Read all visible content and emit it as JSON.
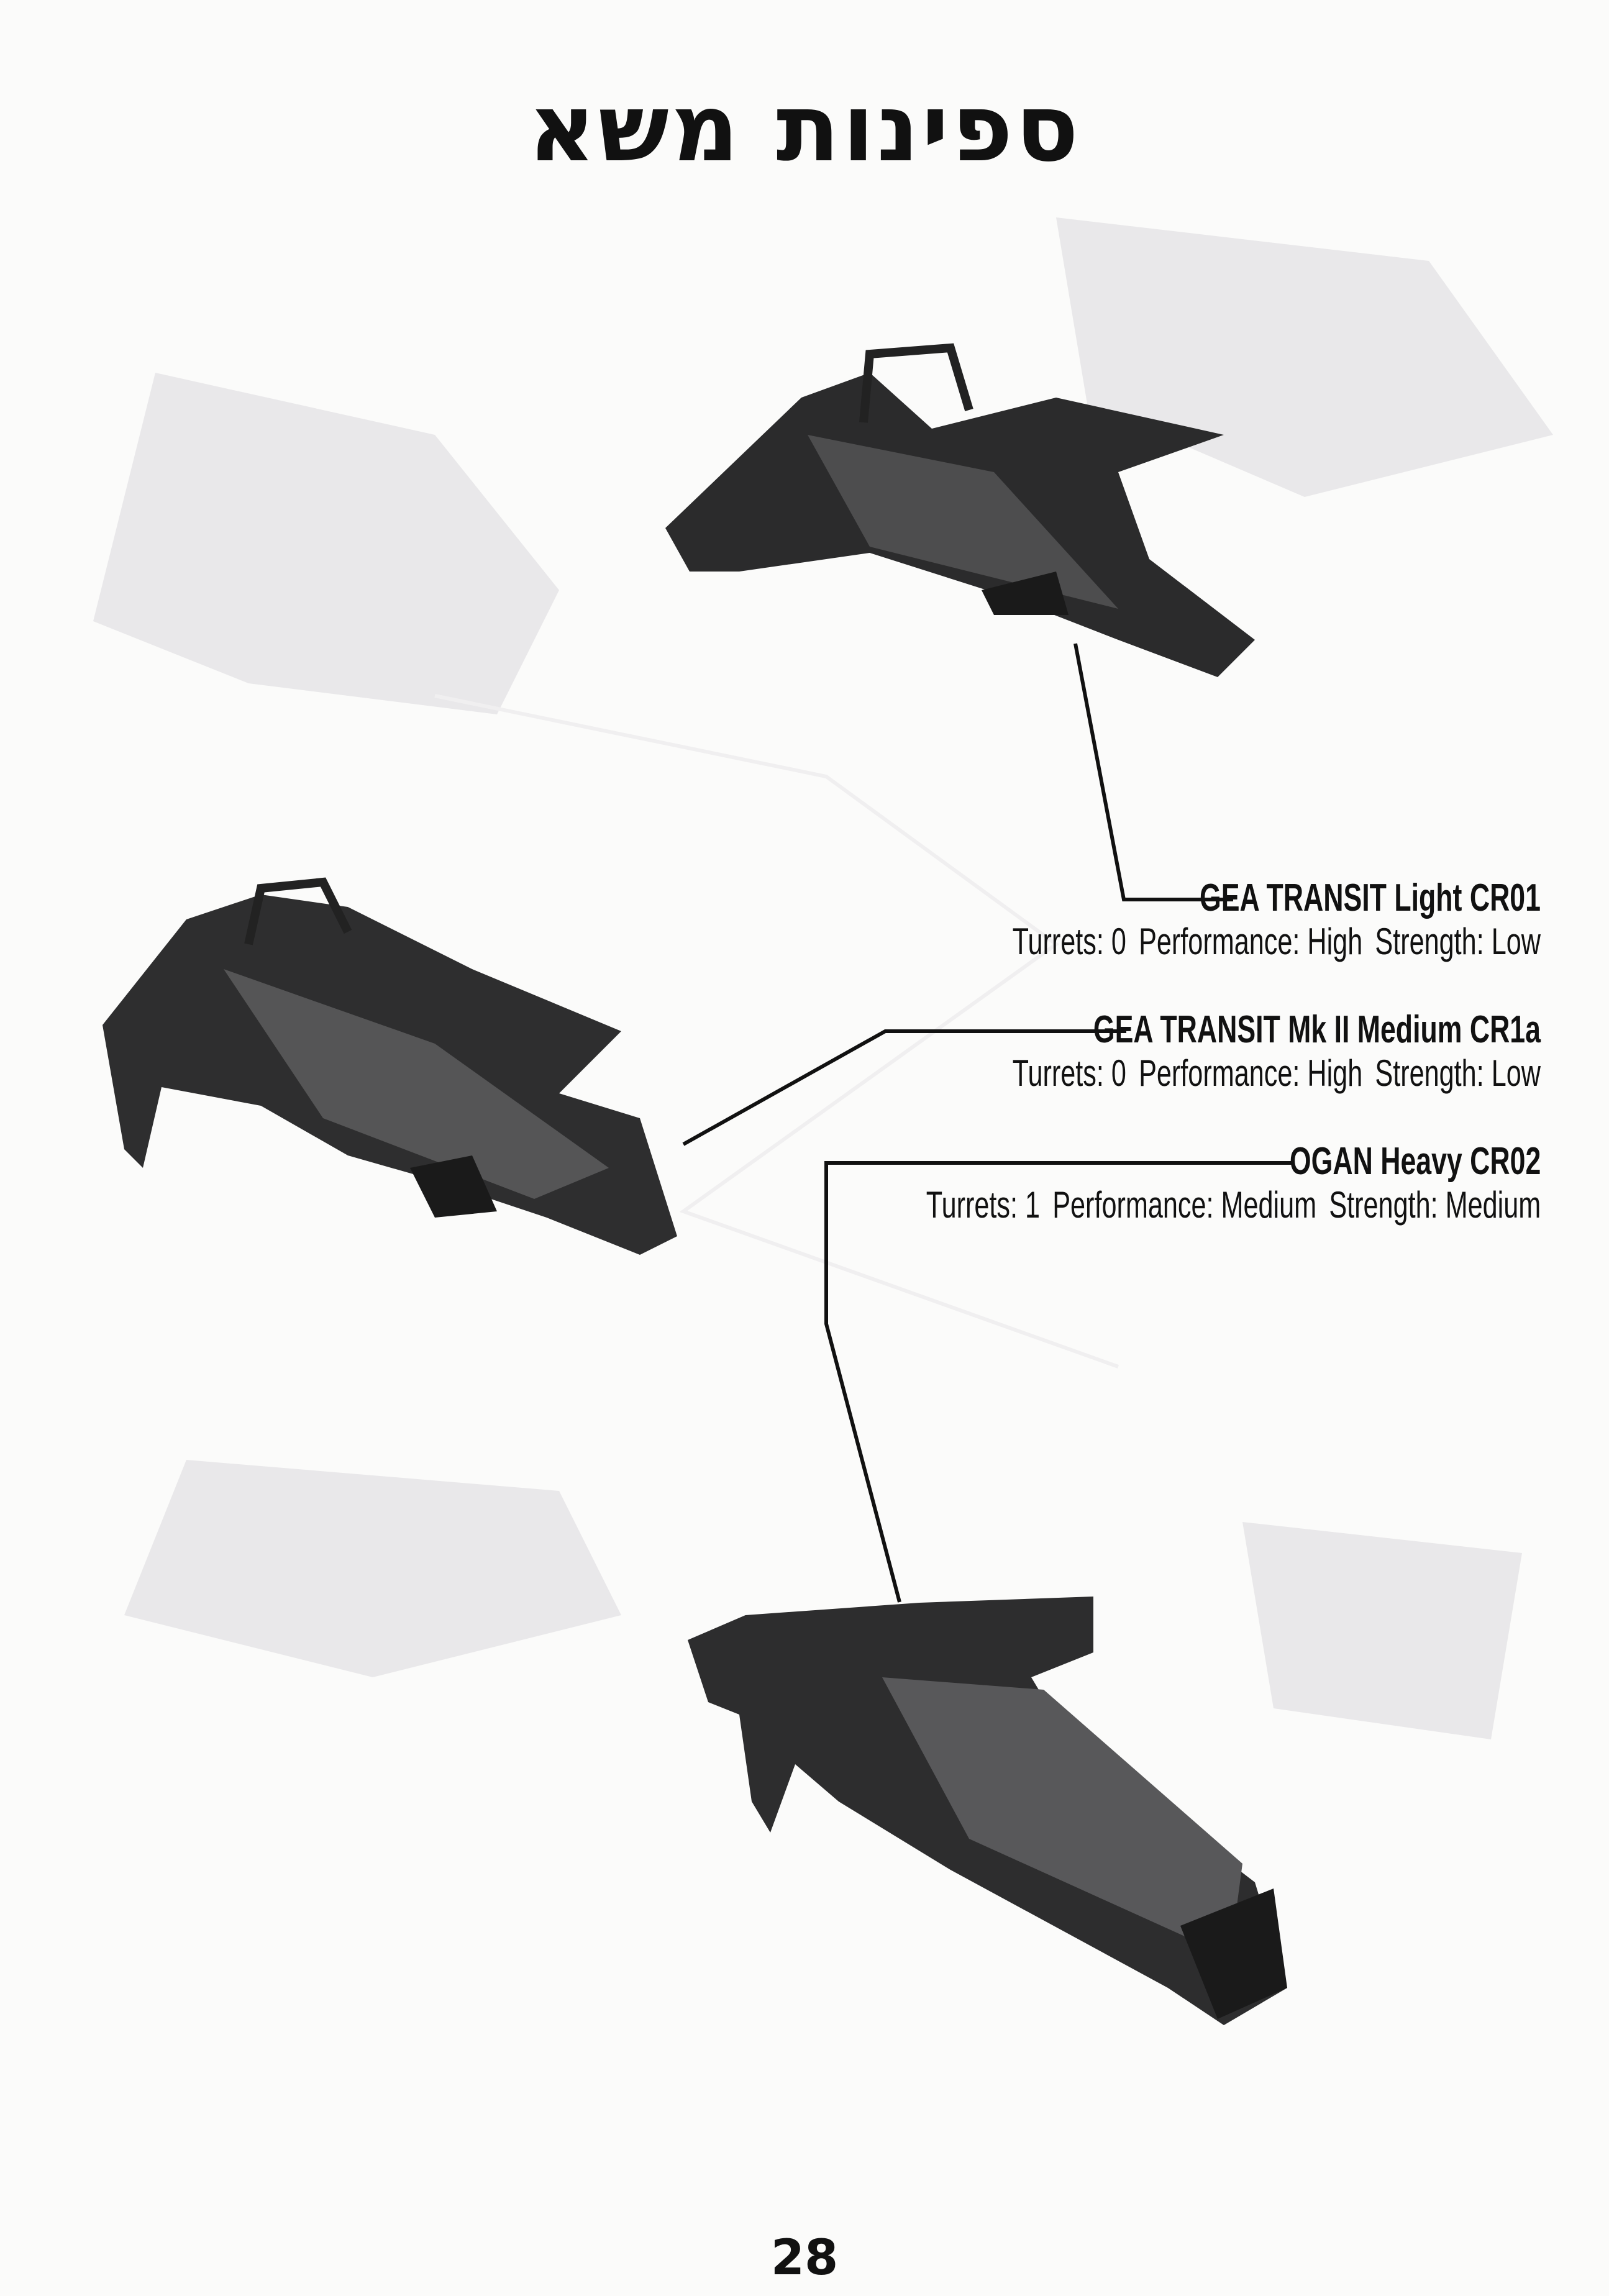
{
  "page": {
    "title": "ספינות משא",
    "page_number": "28"
  },
  "ships": [
    {
      "name": "GEA TRANSIT Light CR01",
      "turrets": "Turrets: 0",
      "performance": "Performance: High",
      "strength": "Strength: Low"
    },
    {
      "name": "GEA TRANSIT Mk II Medium CR1a",
      "turrets": "Turrets: 0",
      "performance": "Performance: High",
      "strength": "Strength: Low"
    },
    {
      "name": "OGAN Heavy CR02",
      "turrets": "Turrets: 1",
      "performance": "Performance: Medium",
      "strength": "Strength: Medium"
    }
  ]
}
